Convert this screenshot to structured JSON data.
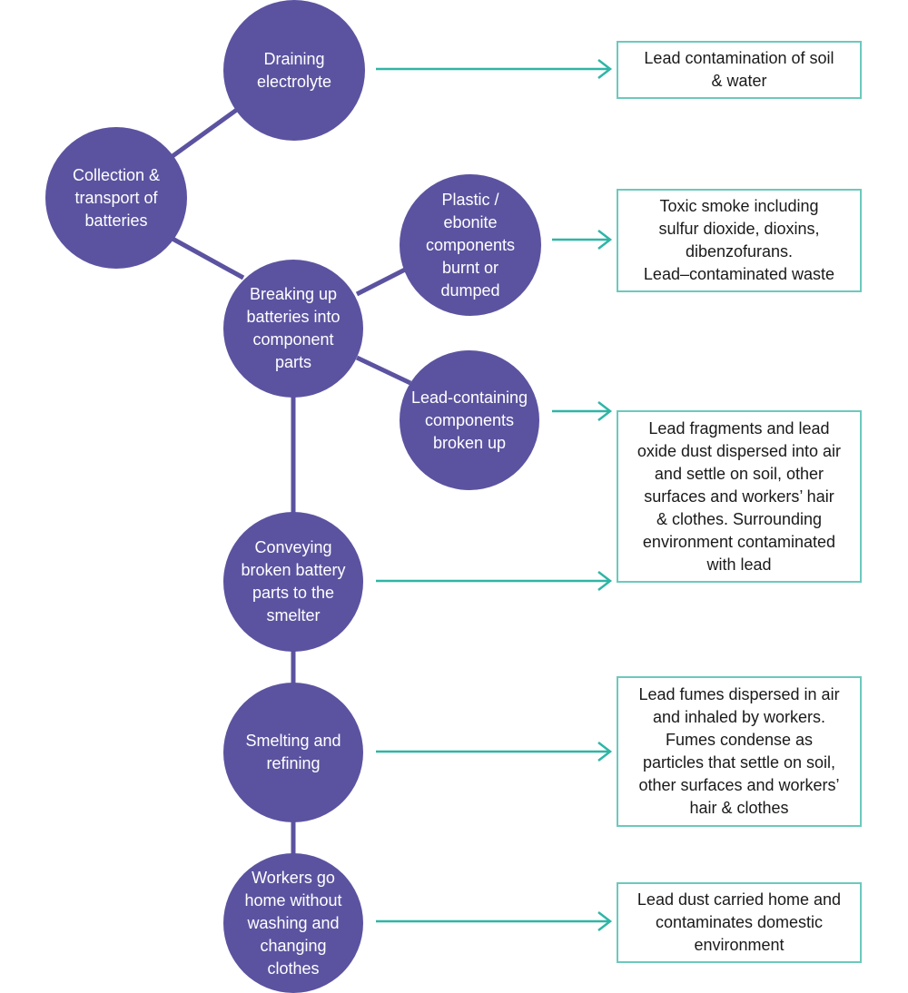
{
  "colors": {
    "node_fill": "#5b53a0",
    "connector": "#5b53a0",
    "arrow": "#2fb5a6",
    "box_border": "#6cc9bd"
  },
  "nodes": {
    "collection": "Collection &\ntransport of\nbatteries",
    "draining": "Draining\nelectrolyte",
    "breaking": "Breaking up\nbatteries into\ncomponent\nparts",
    "plastic": "Plastic /\nebonite\ncomponents\nburnt or\ndumped",
    "lead_components": "Lead-containing\ncomponents\nbroken up",
    "conveying": "Conveying\nbroken battery\nparts to the\nsmelter",
    "smelting": "Smelting and\nrefining",
    "workers": "Workers go\nhome without\nwashing and\nchanging\nclothes"
  },
  "outcomes": {
    "draining": "Lead contamination of soil\n& water",
    "plastic": "Toxic smoke including\nsulfur dioxide, dioxins,\ndibenzofurans.\nLead–contaminated waste",
    "lead_components": "Lead fragments and lead\noxide dust dispersed into air\nand settle on soil, other\nsurfaces and workers’ hair\n& clothes. Surrounding\nenvironment contaminated\nwith lead",
    "smelting": "Lead fumes dispersed in air\nand inhaled by workers.\nFumes condense as\nparticles that settle on soil,\nother surfaces and workers’\nhair & clothes",
    "workers": "Lead dust carried home and\ncontaminates  domestic\nenvironment"
  }
}
